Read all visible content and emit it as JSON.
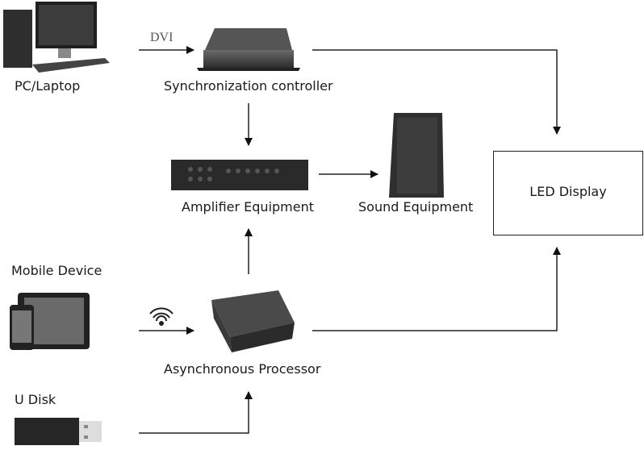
{
  "nodes": {
    "pc": {
      "label": "PC/Laptop",
      "icon": "desktop-computer-icon"
    },
    "sync": {
      "label": "Synchronization controller",
      "icon": "sync-controller-box-icon"
    },
    "amp": {
      "label": "Amplifier Equipment",
      "icon": "rack-amplifier-icon"
    },
    "sound": {
      "label": "Sound Equipment",
      "icon": "speaker-icon"
    },
    "led": {
      "label": "LED Display"
    },
    "mobile": {
      "label": "Mobile Device",
      "icon": "tablet-phone-icon"
    },
    "async": {
      "label": "Asynchronous Processor",
      "icon": "async-processor-box-icon"
    },
    "udisk": {
      "label": "U Disk",
      "icon": "usb-drive-icon"
    }
  },
  "edges": {
    "dvi_label": "DVI",
    "wifi_icon": "wifi-icon"
  },
  "colors": {
    "line": "#222222",
    "device": "#3a3a3a"
  }
}
